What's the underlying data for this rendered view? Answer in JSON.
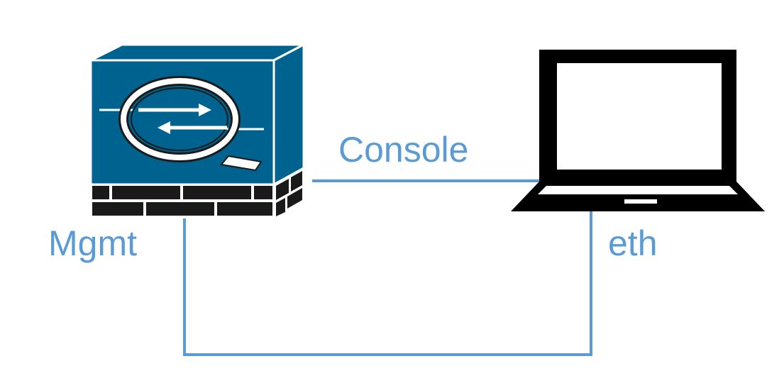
{
  "labels": {
    "console": "Console",
    "mgmt": "Mgmt",
    "eth": "eth"
  },
  "colors": {
    "link": "#5b9bd5",
    "label": "#5b9bd5",
    "firewall_front": "#00628f",
    "firewall_dark": "#1a1a1a",
    "laptop": "#000000"
  },
  "icons": {
    "firewall": "firewall-icon",
    "laptop": "laptop-icon"
  },
  "connections": [
    {
      "name": "console-link",
      "from": "firewall",
      "to": "laptop"
    },
    {
      "name": "mgmt-eth-link",
      "from": "firewall-mgmt-port",
      "to": "laptop-eth-port"
    }
  ]
}
